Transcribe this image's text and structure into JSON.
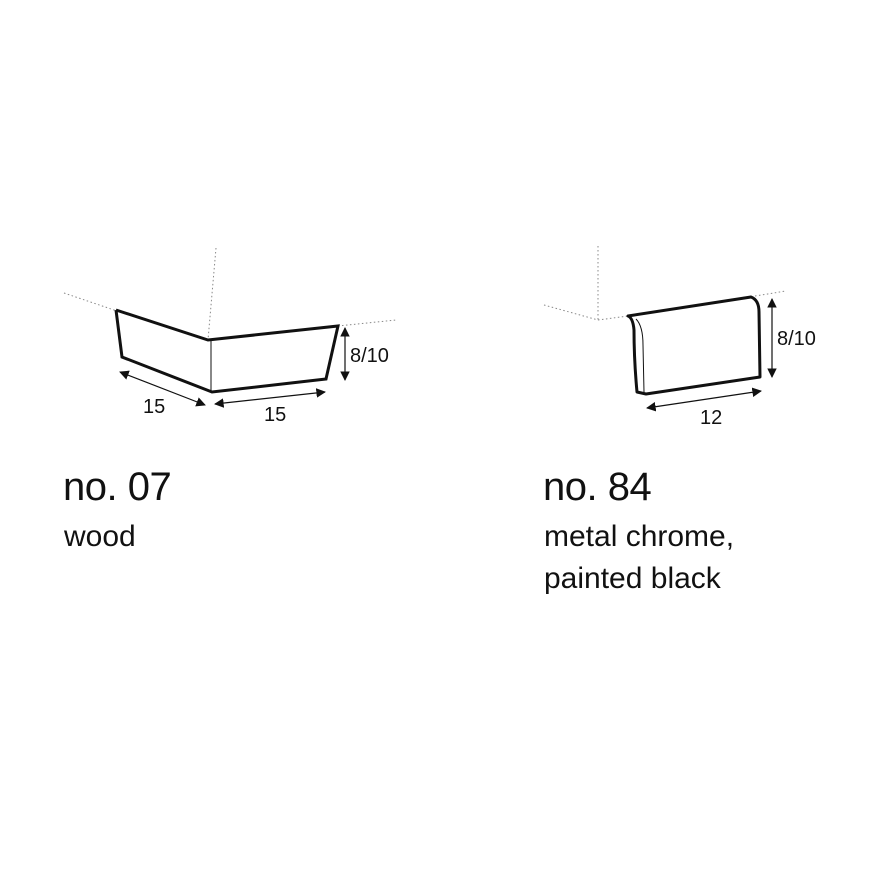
{
  "items": [
    {
      "number": "no. 07",
      "material_lines": [
        "wood"
      ],
      "dimensions": {
        "length_left": "15",
        "length_right": "15",
        "height": "8/10"
      }
    },
    {
      "number": "no. 84",
      "material_lines": [
        "metal chrome,",
        "painted black"
      ],
      "dimensions": {
        "length": "12",
        "height": "8/10"
      }
    }
  ],
  "colors": {
    "line": "#111111",
    "guide": "#888888",
    "background": "#ffffff"
  }
}
